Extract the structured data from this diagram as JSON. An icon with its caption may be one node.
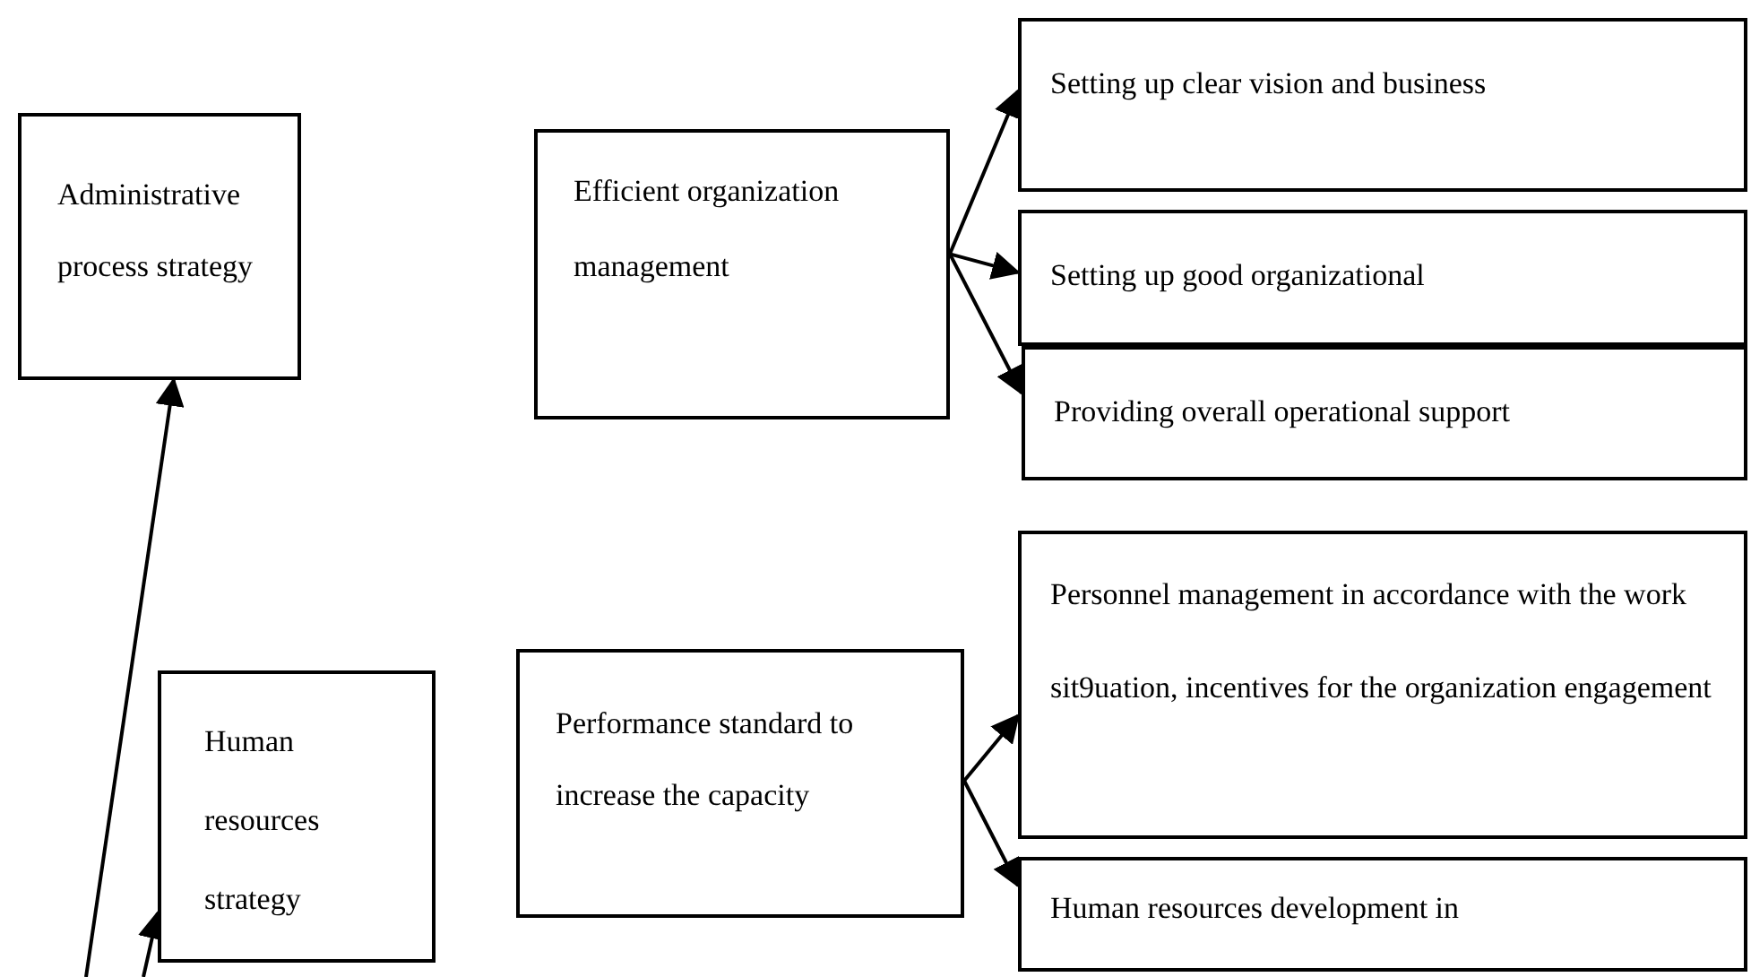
{
  "diagram": {
    "nodes": [
      {
        "text": [
          "Administrative process strategy"
        ]
      },
      {
        "text": [
          "Efficient organization management"
        ]
      },
      {
        "text": [
          "Setting up clear vision and business"
        ]
      },
      {
        "text": [
          "Setting up good organizational"
        ]
      },
      {
        "text": [
          "Providing overall operational support"
        ]
      },
      {
        "text": [
          "Human resources strategy"
        ]
      },
      {
        "text": [
          "Performance standard to increase the capacity"
        ]
      },
      {
        "text": [
          "Personnel management in accordance with the work sit9uation, incentives for the organization engagement"
        ]
      },
      {
        "text": [
          "Human resources development in"
        ]
      }
    ],
    "edges": [
      {
        "from": null,
        "to": 0,
        "arrow": "to"
      },
      {
        "from": null,
        "to": 5,
        "arrow": "to"
      },
      {
        "from": 1,
        "to": 2,
        "arrow": "to"
      },
      {
        "from": 1,
        "to": 3,
        "arrow": "to"
      },
      {
        "from": 1,
        "to": 4,
        "arrow": "to"
      },
      {
        "from": 6,
        "to": 7,
        "arrow": "to"
      },
      {
        "from": 6,
        "to": 8,
        "arrow": "to"
      }
    ]
  }
}
